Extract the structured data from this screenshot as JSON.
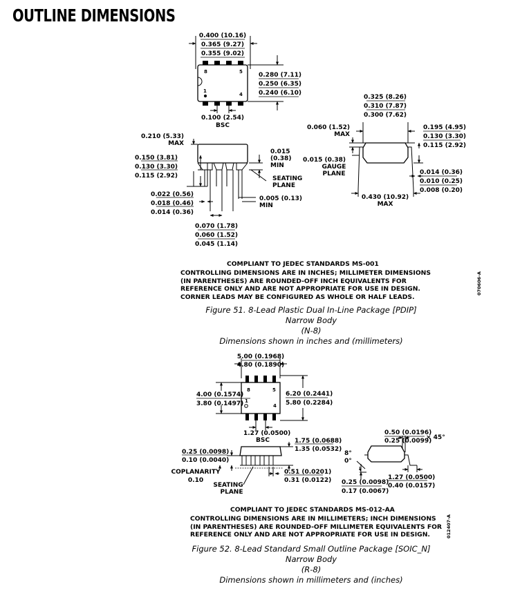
{
  "page_title": "OUTLINE DIMENSIONS",
  "pdip": {
    "top_width": [
      "0.400 (10.16)",
      "0.365 (9.27)",
      "0.355 (9.02)"
    ],
    "top_height": [
      "0.280 (7.11)",
      "0.250 (6.35)",
      "0.240 (6.10)"
    ],
    "pin_8": "8",
    "pin_5": "5",
    "pin_1": "1",
    "pin_4": "4",
    "pitch": [
      "0.100 (2.54)",
      "BSC"
    ],
    "side_height_max": [
      "0.210 (5.33)",
      "MAX"
    ],
    "side_lead_len": [
      "0.150 (3.81)",
      "0.130 (3.30)",
      "0.115 (2.92)"
    ],
    "standoff": [
      "0.015",
      "(0.38)",
      "MIN"
    ],
    "seating_plane": [
      "SEATING",
      "PLANE"
    ],
    "lead_width": [
      "0.022 (0.56)",
      "0.018 (0.46)",
      "0.014 (0.36)"
    ],
    "clearance": [
      "0.005 (0.13)",
      "MIN"
    ],
    "shoulder": [
      "0.070 (1.78)",
      "0.060 (1.52)",
      "0.045 (1.14)"
    ],
    "end_width": [
      "0.325 (8.26)",
      "0.310 (7.87)",
      "0.300 (7.62)"
    ],
    "end_height_max": [
      "0.060 (1.52)",
      "MAX"
    ],
    "gauge_plane": [
      "0.015 (0.38)",
      "GAUGE",
      "PLANE"
    ],
    "end_lead_len": [
      "0.195 (4.95)",
      "0.130 (3.30)",
      "0.115 (2.92)"
    ],
    "lead_thickness": [
      "0.014 (0.36)",
      "0.010 (0.25)",
      "0.008 (0.20)"
    ],
    "lead_span_max": [
      "0.430 (10.92)",
      "MAX"
    ],
    "compliance": "COMPLIANT TO JEDEC STANDARDS MS-001",
    "notes": [
      "CONTROLLING DIMENSIONS ARE IN INCHES; MILLIMETER DIMENSIONS",
      "(IN PARENTHESES) ARE ROUNDED-OFF INCH EQUIVALENTS FOR",
      "REFERENCE ONLY AND ARE NOT APPROPRIATE FOR USE IN DESIGN.",
      "CORNER LEADS MAY BE CONFIGURED AS WHOLE OR HALF LEADS."
    ],
    "drawing_code": "070606-A",
    "caption": [
      "Figure 51. 8-Lead Plastic Dual In-Line Package [PDIP]",
      "Narrow Body",
      "(N-8)",
      "Dimensions shown in inches and (millimeters)"
    ]
  },
  "soic": {
    "top_width": [
      "5.00 (0.1968)",
      "4.80 (0.1890)"
    ],
    "body_width": [
      "4.00 (0.1574)",
      "3.80 (0.1497)"
    ],
    "span": [
      "6.20 (0.2441)",
      "5.80 (0.2284)"
    ],
    "pin_8": "8",
    "pin_5": "5",
    "pin_1": "1",
    "pin_4": "4",
    "pitch": [
      "1.27 (0.0500)",
      "BSC"
    ],
    "standoff": [
      "0.25 (0.0098)",
      "0.10 (0.0040)"
    ],
    "height": [
      "1.75 (0.0688)",
      "1.35 (0.0532)"
    ],
    "lead_width": [
      "0.51 (0.0201)",
      "0.31 (0.0122)"
    ],
    "coplanarity": [
      "COPLANARITY",
      "0.10"
    ],
    "seating_plane": [
      "SEATING",
      "PLANE"
    ],
    "chamfer": [
      "0.50 (0.0196)",
      "0.25 (0.0099)",
      "× 45°"
    ],
    "angle": [
      "8°",
      "0°"
    ],
    "lead_thickness": [
      "0.25 (0.0098)",
      "0.17 (0.0067)"
    ],
    "foot_len": [
      "1.27 (0.0500)",
      "0.40 (0.0157)"
    ],
    "compliance": "COMPLIANT TO JEDEC STANDARDS MS-012-AA",
    "notes": [
      "CONTROLLING DIMENSIONS ARE IN MILLIMETERS; INCH DIMENSIONS",
      "(IN PARENTHESES) ARE ROUNDED-OFF MILLIMETER EQUIVALENTS FOR",
      "REFERENCE ONLY AND ARE NOT APPROPRIATE FOR USE IN DESIGN."
    ],
    "drawing_code": "012407-A",
    "caption": [
      "Figure 52. 8-Lead Standard Small Outline Package [SOIC_N]",
      "Narrow Body",
      "(R-8)",
      "Dimensions shown in millimeters and (inches)"
    ]
  }
}
